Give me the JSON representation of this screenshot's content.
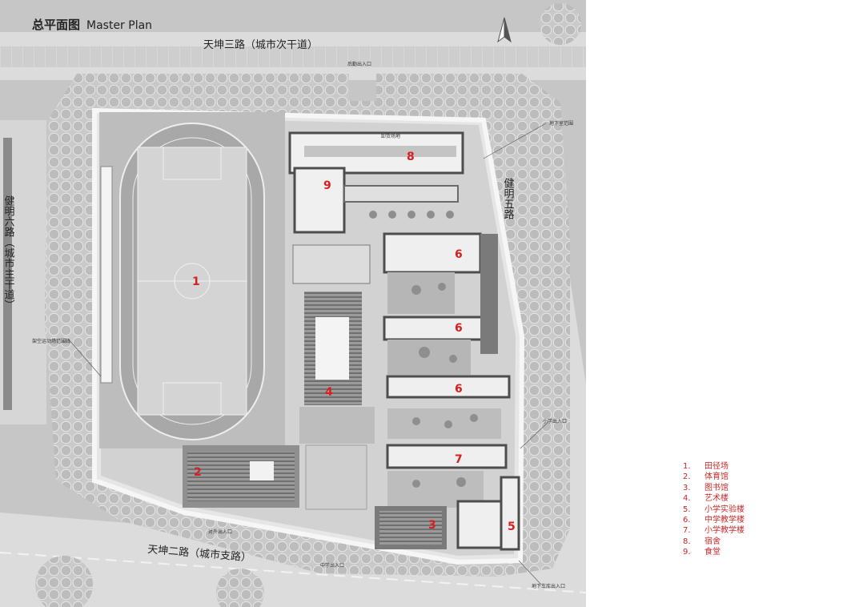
{
  "title": {
    "cn": "总平面图",
    "en": "Master Plan"
  },
  "roads": {
    "north": "天坤三路（城市次干道）",
    "south": "天坤二路（城市支路）",
    "west": "健明六路（城市主干道）",
    "east": "健明五路"
  },
  "annotations": {
    "rear_gate": "后勤出入口",
    "loading": "卸货场地",
    "underground_ne": "地下室范围",
    "underground_se": "地下车库出入口",
    "primary_gate": "小学出入口",
    "secondary_gate": "中学出入口",
    "public_gate": "对外出入口",
    "track_fence": "架空运动场范围线"
  },
  "markers": [
    "1",
    "2",
    "3",
    "4",
    "5",
    "6",
    "6",
    "6",
    "7",
    "8",
    "9"
  ],
  "legend": [
    {
      "num": "1.",
      "label": "田径场"
    },
    {
      "num": "2.",
      "label": "体育馆"
    },
    {
      "num": "3.",
      "label": "图书馆"
    },
    {
      "num": "4.",
      "label": "艺术楼"
    },
    {
      "num": "5.",
      "label": "小学实验楼"
    },
    {
      "num": "6.",
      "label": "中学教学楼"
    },
    {
      "num": "7.",
      "label": "小学教学楼"
    },
    {
      "num": "8.",
      "label": "宿舍"
    },
    {
      "num": "9.",
      "label": "食堂"
    }
  ],
  "colors": {
    "marker": "#d81e1e",
    "legend": "#c62828"
  }
}
